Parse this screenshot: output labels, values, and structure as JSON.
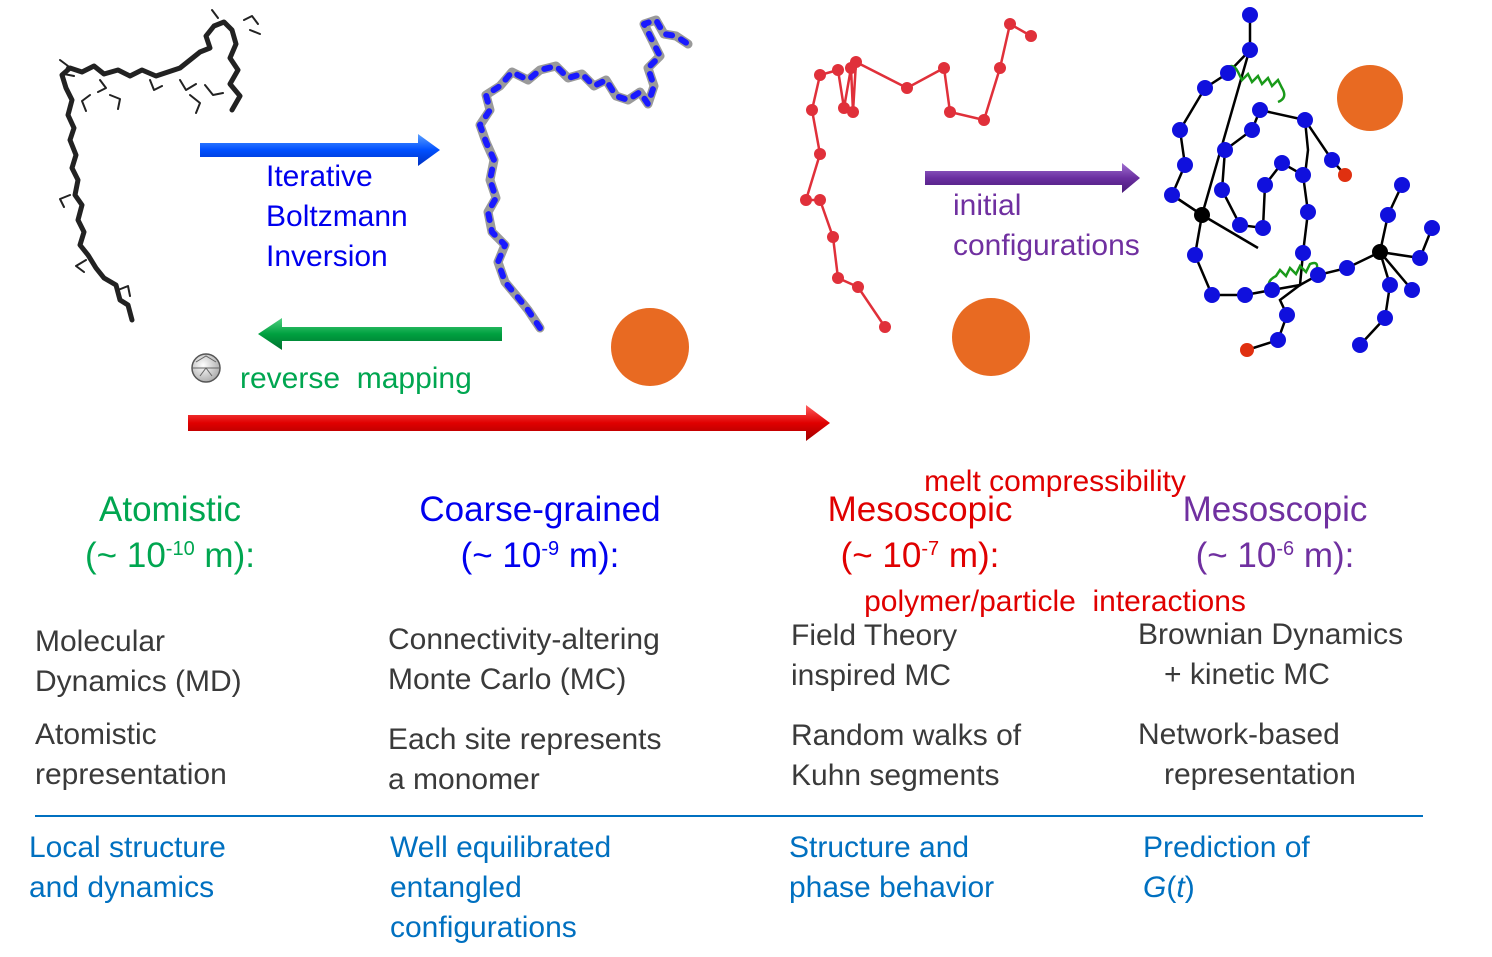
{
  "arrows": {
    "iterative_boltzmann": [
      "Iterative",
      "Boltzmann",
      "Inversion"
    ],
    "reverse_mapping": "reverse  mapping",
    "initial_configurations": [
      "initial",
      "configurations"
    ],
    "melt": [
      "melt compressibility",
      "polymer/particle  interactions"
    ]
  },
  "columns": [
    {
      "title": "Atomistic",
      "scale_prefix": "(~ 10",
      "scale_exp": "-10",
      "scale_suffix": " m):",
      "method": [
        "Molecular",
        "Dynamics (MD)"
      ],
      "representation": [
        "Atomistic",
        "representation"
      ],
      "summary": [
        "Local structure",
        "and dynamics"
      ]
    },
    {
      "title": "Coarse-grained",
      "scale_prefix": "(~ 10",
      "scale_exp": "-9",
      "scale_suffix": " m):",
      "method": [
        "Connectivity-altering",
        "Monte Carlo (MC)"
      ],
      "representation": [
        "Each site represents",
        "a monomer"
      ],
      "summary": [
        "Well equilibrated",
        "entangled",
        "configurations"
      ]
    },
    {
      "title": "Mesoscopic",
      "scale_prefix": "(~ 10",
      "scale_exp": "-7",
      "scale_suffix": " m):",
      "method": [
        "Field Theory",
        "inspired MC"
      ],
      "representation": [
        "Random walks of",
        "Kuhn segments"
      ],
      "summary": [
        "Structure and",
        "phase behavior"
      ]
    },
    {
      "title": "Mesoscopic",
      "scale_prefix": "(~ 10",
      "scale_exp": "-6",
      "scale_suffix": " m):",
      "method": [
        "Brownian Dynamics",
        "+ kinetic MC"
      ],
      "representation": [
        "Network-based",
        "representation"
      ],
      "summary_prefix": "Prediction of",
      "summary_math": "G",
      "summary_paren_open": "(",
      "summary_var": "t",
      "summary_paren_close": ")"
    }
  ],
  "colors": {
    "atomistic": "#00a650",
    "coarse_grained": "#0000ee",
    "mesoscopic_field": "#e00000",
    "mesoscopic_network": "#7030a0",
    "body_text": "#3a3a3a",
    "summary_text": "#0070c0",
    "particle": "#e86a22",
    "divider": "#0070c0"
  }
}
